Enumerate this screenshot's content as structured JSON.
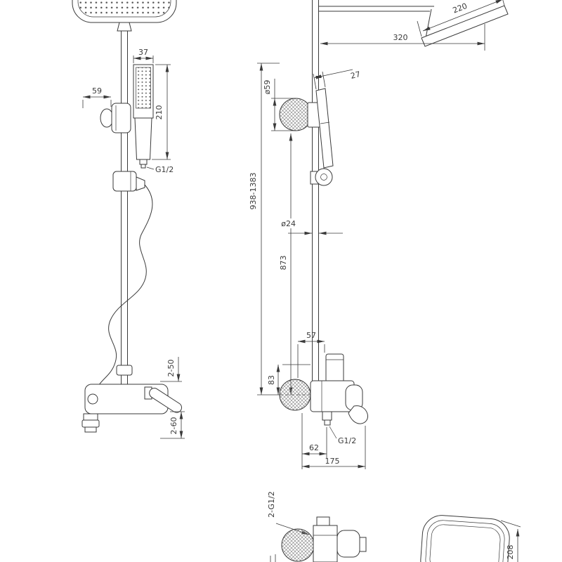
{
  "page": {
    "background": "#ffffff",
    "line_color": "#3a3a3a"
  },
  "drawing": {
    "front_view": {
      "dim_handshower_width": "37",
      "dim_handshower_length": "210",
      "dim_holder_offset": "59",
      "handshower_thread": "G1/2",
      "dim_upper_range": "2-50",
      "dim_lower_range": "2-60"
    },
    "side_view": {
      "dim_head_length": "220",
      "dim_arm_reach": "320",
      "dim_flange_diameter": "ø59",
      "dim_handshower_depth": "27",
      "dim_total_height_range": "938-1383",
      "dim_column_height": "873",
      "dim_pipe_diameter": "ø24",
      "dim_diverter_offset": "57",
      "dim_body_height": "83",
      "outlet_thread": "G1/2",
      "dim_outlet_reach": "62",
      "dim_spout_reach": "175"
    },
    "detail_view": {
      "inlet_thread": "2-G1/2",
      "dim_head_width": "208"
    }
  }
}
